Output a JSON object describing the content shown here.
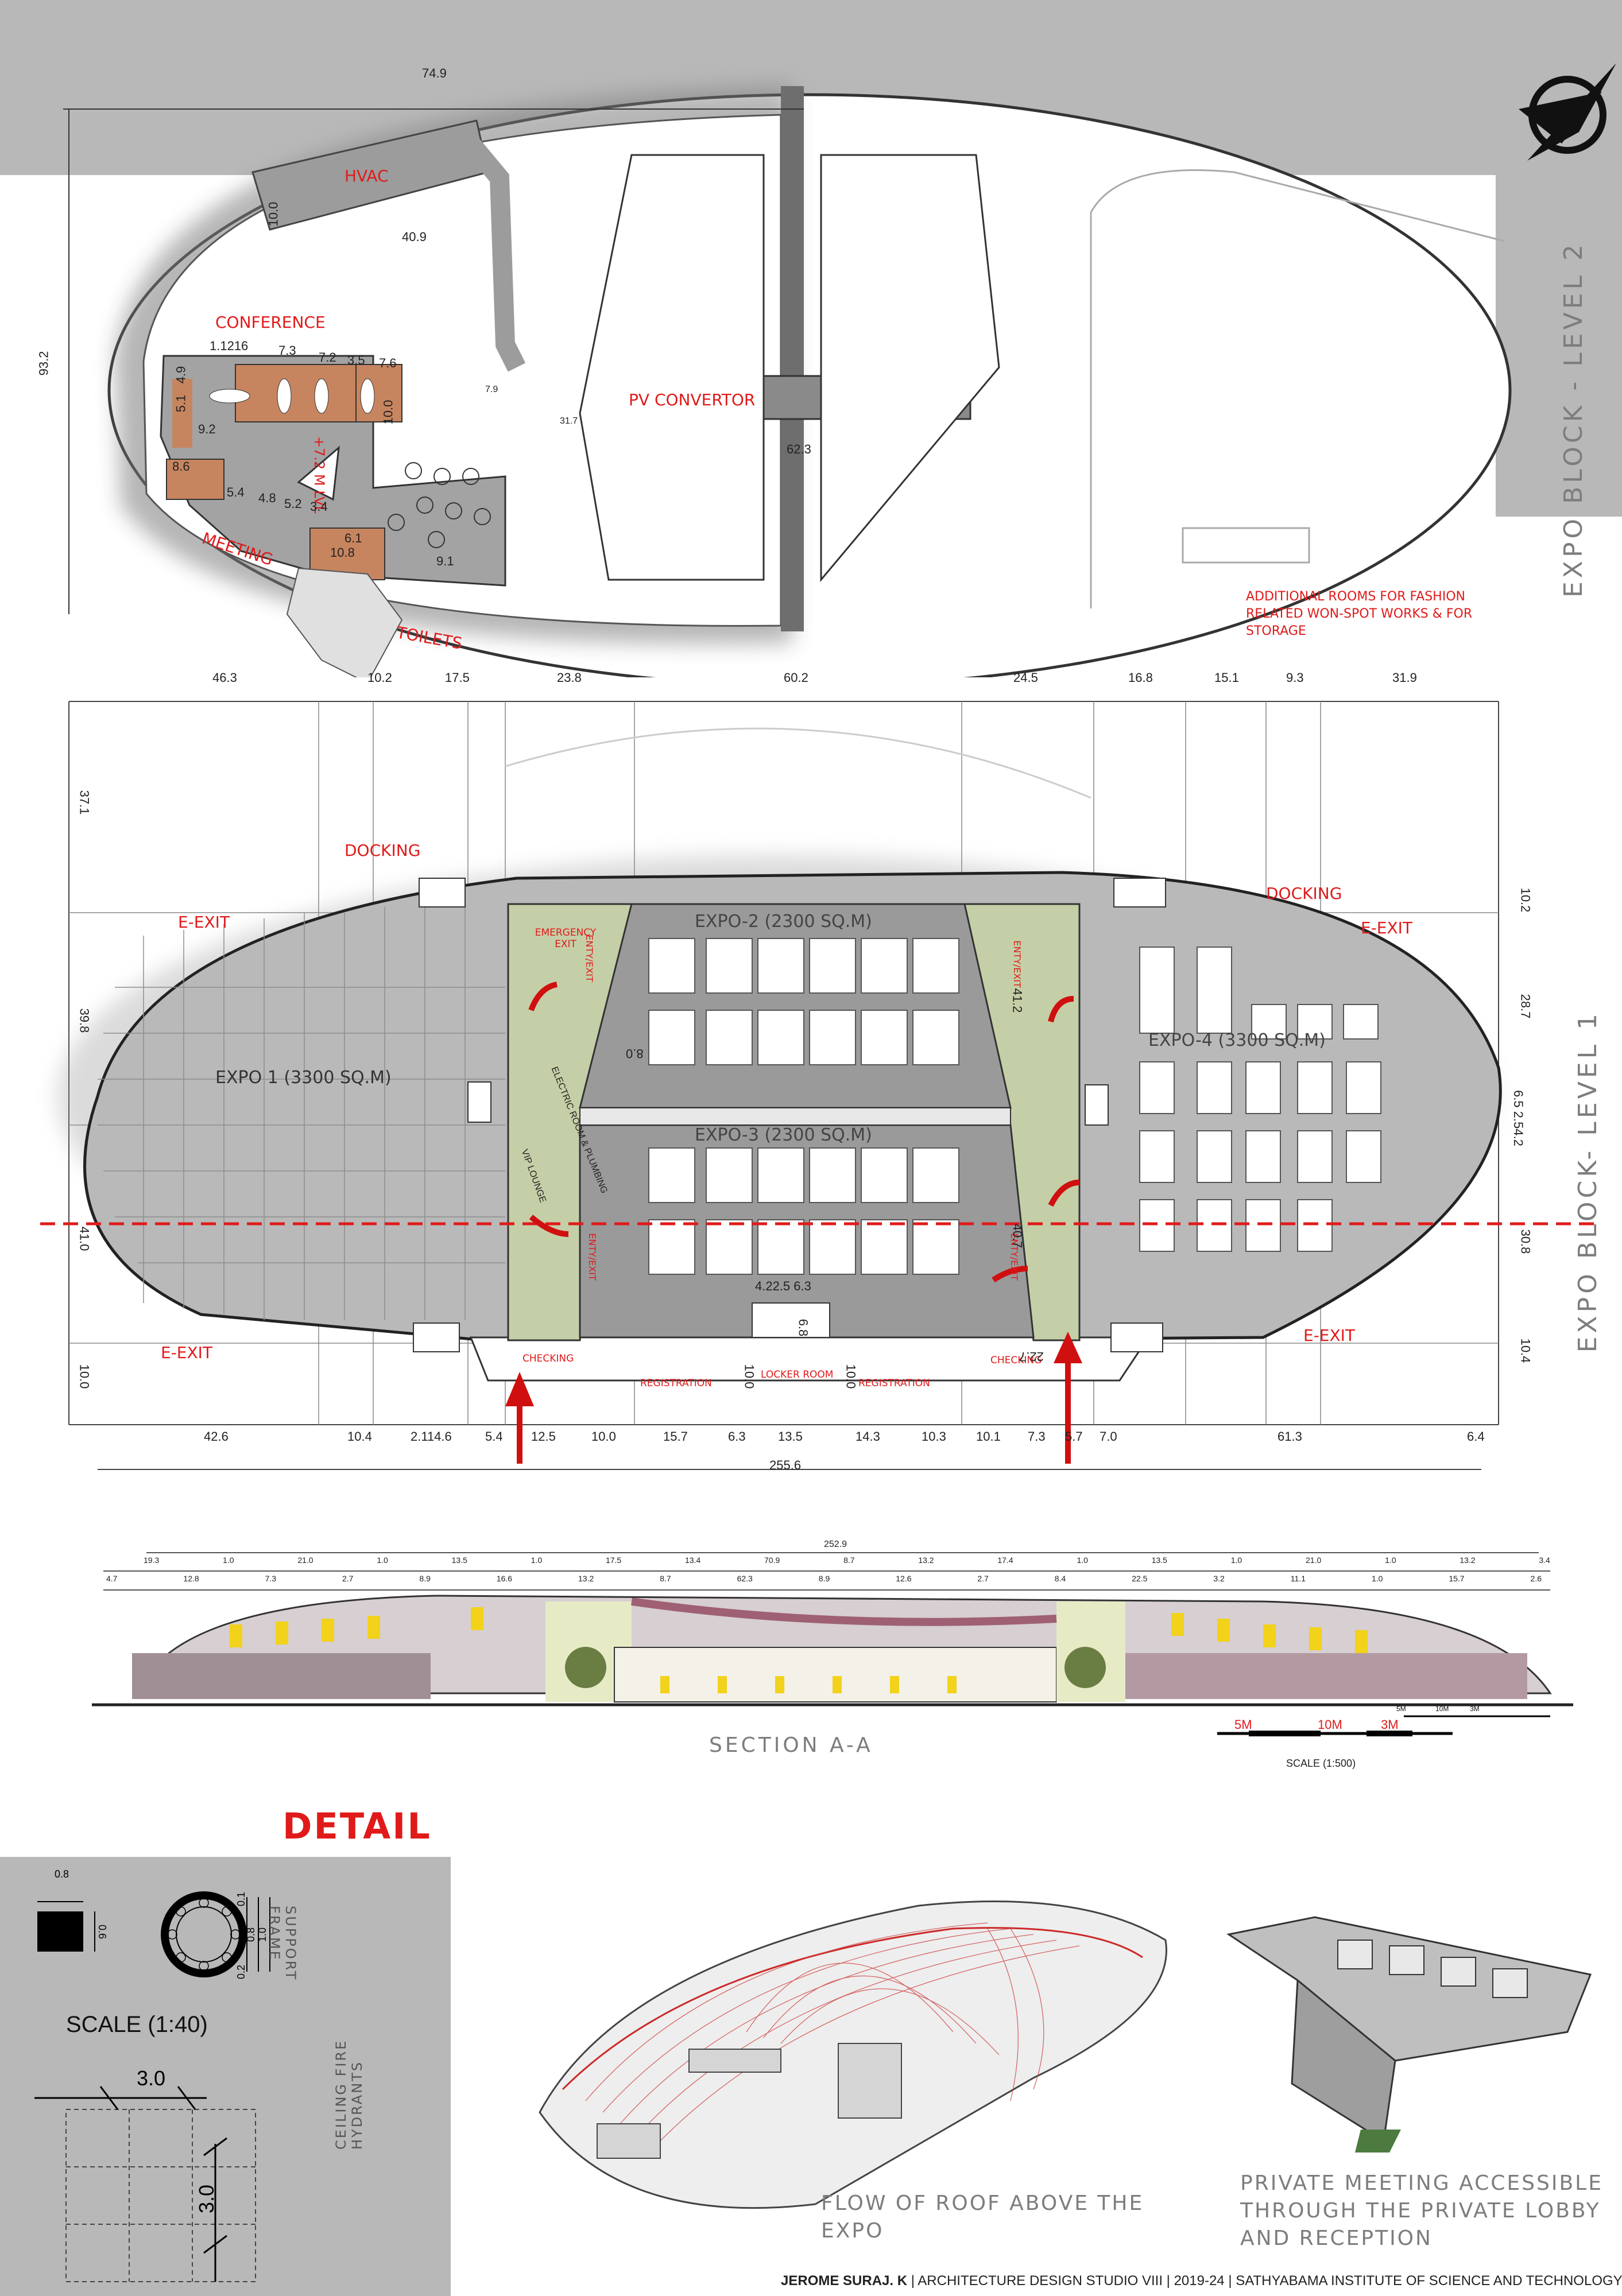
{
  "level2": {
    "title": "EXPO BLOCK - LEVEL 2",
    "rooms": {
      "hvac": "HVAC",
      "conference": "CONFERENCE",
      "meeting": "MEETING",
      "toilets": "TOILETS",
      "pv": "PV CONVERTOR",
      "lift_level": "+7.2 M LVL"
    },
    "note": "ADDITIONAL ROOMS FOR FASHION RELATED WON-SPOT WORKS & FOR STORAGE",
    "dims": {
      "top": "74.9",
      "left": "93.2",
      "hvac_w": "40.9",
      "hvac_h": "10.0",
      "pv": "62.3",
      "conf": [
        "1.1216",
        "7.3",
        "7.2",
        "3.5",
        "7.6"
      ],
      "misc": [
        "4.9",
        "5.1",
        "10.0",
        "9.2",
        "8.6",
        "5.4",
        "4.8",
        "5.2",
        "3.4",
        "6.1",
        "10.8",
        "31.7",
        "9.1",
        "7.9"
      ]
    }
  },
  "level1": {
    "title": "EXPO BLOCK- LEVEL 1",
    "zones": {
      "expo1": "EXPO 1 (3300 SQ.M)",
      "expo2": "EXPO-2 (2300 SQ.M)",
      "expo3": "EXPO-3 (2300 SQ.M)",
      "expo4": "EXPO-4 (3300 SQ.M)"
    },
    "labels": {
      "docking_l": "DOCKING",
      "docking_r": "DOCKING",
      "eexit_tl": "E-EXIT",
      "eexit_tr": "E-EXIT",
      "eexit_bl": "E-EXIT",
      "eexit_br": "E-EXIT",
      "emergency": "EMERGENCY EXIT",
      "checking_l": "CHECKING",
      "checking_r": "CHECKING",
      "registration_l": "REGISTRATION",
      "registration_r": "REGISTRATION",
      "locker": "LOCKER ROOM",
      "electric": "ELECTRIC ROOM & PLUMBING",
      "vip": "VIP LOUNGE",
      "entry1": "ENTY/EXIT",
      "entry2": "ENTY/EXIT",
      "entry3": "ENTY/EXIT",
      "entry4": "ENTY/EXIT"
    },
    "dims": {
      "top": [
        "46.3",
        "10.2",
        "17.5",
        "23.8",
        "60.2",
        "24.5",
        "16.8",
        "15.1",
        "9.3",
        "31.9"
      ],
      "bottom": [
        "42.6",
        "10.4",
        "2.114.6",
        "5.4",
        "12.5",
        "10.0",
        "15.7",
        "6.3",
        "13.5",
        "14.3",
        "10.3",
        "10.1",
        "7.3",
        "5.7",
        "7.0",
        "61.3",
        "6.4"
      ],
      "overall": "255.6",
      "left": [
        "37.1",
        "39.8",
        "41.0",
        "10.0"
      ],
      "right": [
        "10.2",
        "28.7",
        "6.5 2.54.2",
        "30.8",
        "10.4"
      ],
      "inner": [
        "8.0",
        "41.2",
        "40.7",
        "22.7",
        "4.22.5 6.3",
        "6.8",
        "10.0",
        "10.0"
      ]
    }
  },
  "section": {
    "title": "SECTION A-A",
    "overall": "252.9",
    "row1": [
      "19.3",
      "1.0",
      "21.0",
      "1.0",
      "13.5",
      "1.0",
      "17.5",
      "13.4",
      "70.9",
      "8.7",
      "13.2",
      "17.4",
      "1.0",
      "13.5",
      "1.0",
      "21.0",
      "1.0",
      "13.2",
      "3.4"
    ],
    "row2": [
      "4.7",
      "12.8",
      "7.3",
      "2.7",
      "8.9",
      "16.6",
      "13.2",
      "8.7",
      "62.3",
      "8.9",
      "12.6",
      "2.7",
      "8.4",
      "22.5",
      "3.2",
      "11.1",
      "1.0",
      "15.7",
      "2.6"
    ],
    "scale_big": [
      "5M",
      "10M",
      "3M"
    ],
    "scale_small": [
      "5M",
      "10M",
      "3M"
    ],
    "scale_text": "SCALE (1:500)"
  },
  "detail": {
    "title": "DETAIL",
    "scale": "SCALE (1:40)",
    "support": "SUPPORT FRAME",
    "hydrant": "CEILING FIRE HYDRANTS",
    "d1": "0.8",
    "d2": "0.6",
    "d3": "0.1",
    "d4": "0.8",
    "d5": "1.0",
    "d6": "0.2",
    "grid_top": "3.0",
    "grid_side": "3.0"
  },
  "captions": {
    "roof": "FLOW OF ROOF ABOVE THE EXPO",
    "meeting": "PRIVATE MEETING ACCESSIBLE THROUGH THE PRIVATE LOBBY AND RECEPTION"
  },
  "footer": {
    "name": "JEROME SURAJ. K",
    "rest": " | ARCHITECTURE DESIGN STUDIO VIII | 2019-24 | SATHYABAMA INSTITUTE OF SCIENCE AND TECHNOLOGY"
  }
}
